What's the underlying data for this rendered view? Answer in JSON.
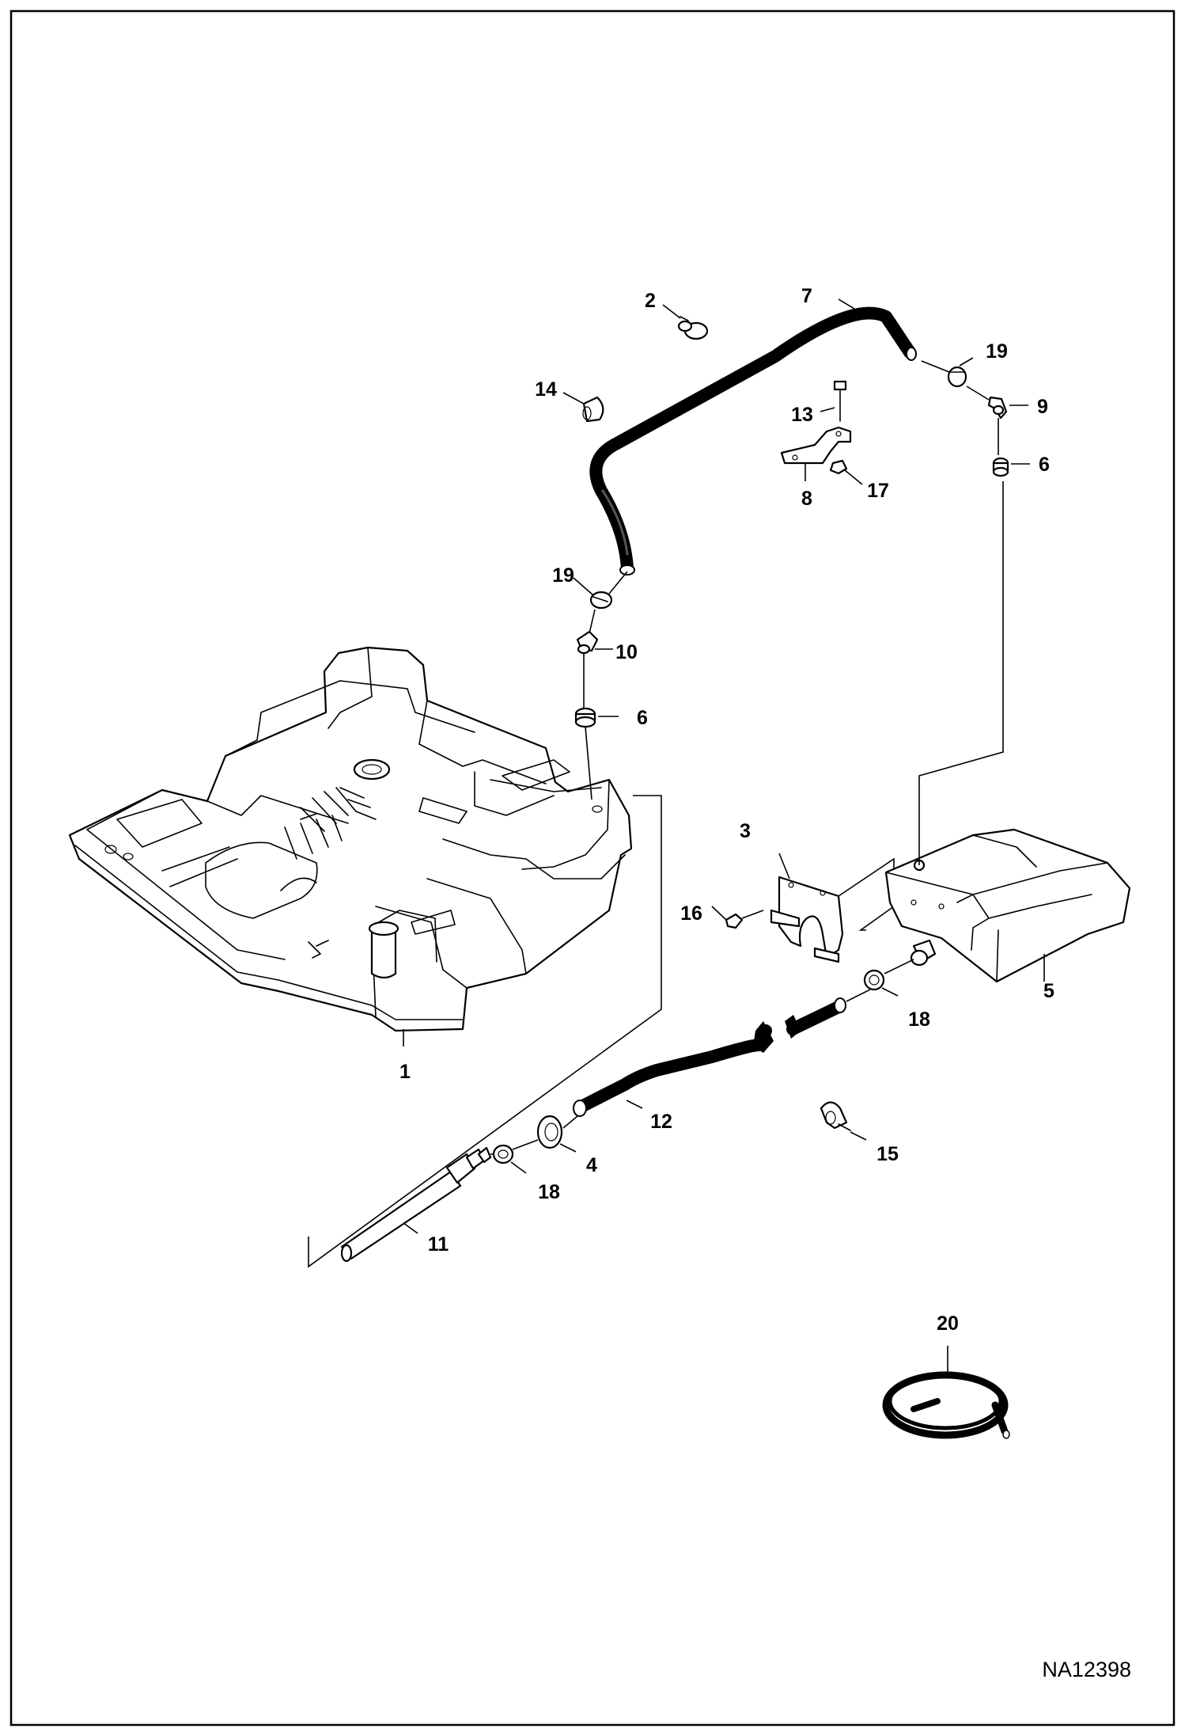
{
  "diagram": {
    "drawing_number": "NA12398",
    "callouts": {
      "c1": "1",
      "c2": "2",
      "c3": "3",
      "c4": "4",
      "c5": "5",
      "c6a": "6",
      "c6b": "6",
      "c7": "7",
      "c8": "8",
      "c9": "9",
      "c10": "10",
      "c11": "11",
      "c12": "12",
      "c13": "13",
      "c14": "14",
      "c15": "15",
      "c16": "16",
      "c17": "17",
      "c18a": "18",
      "c18b": "18",
      "c19a": "19",
      "c19b": "19",
      "c20": "20"
    }
  }
}
